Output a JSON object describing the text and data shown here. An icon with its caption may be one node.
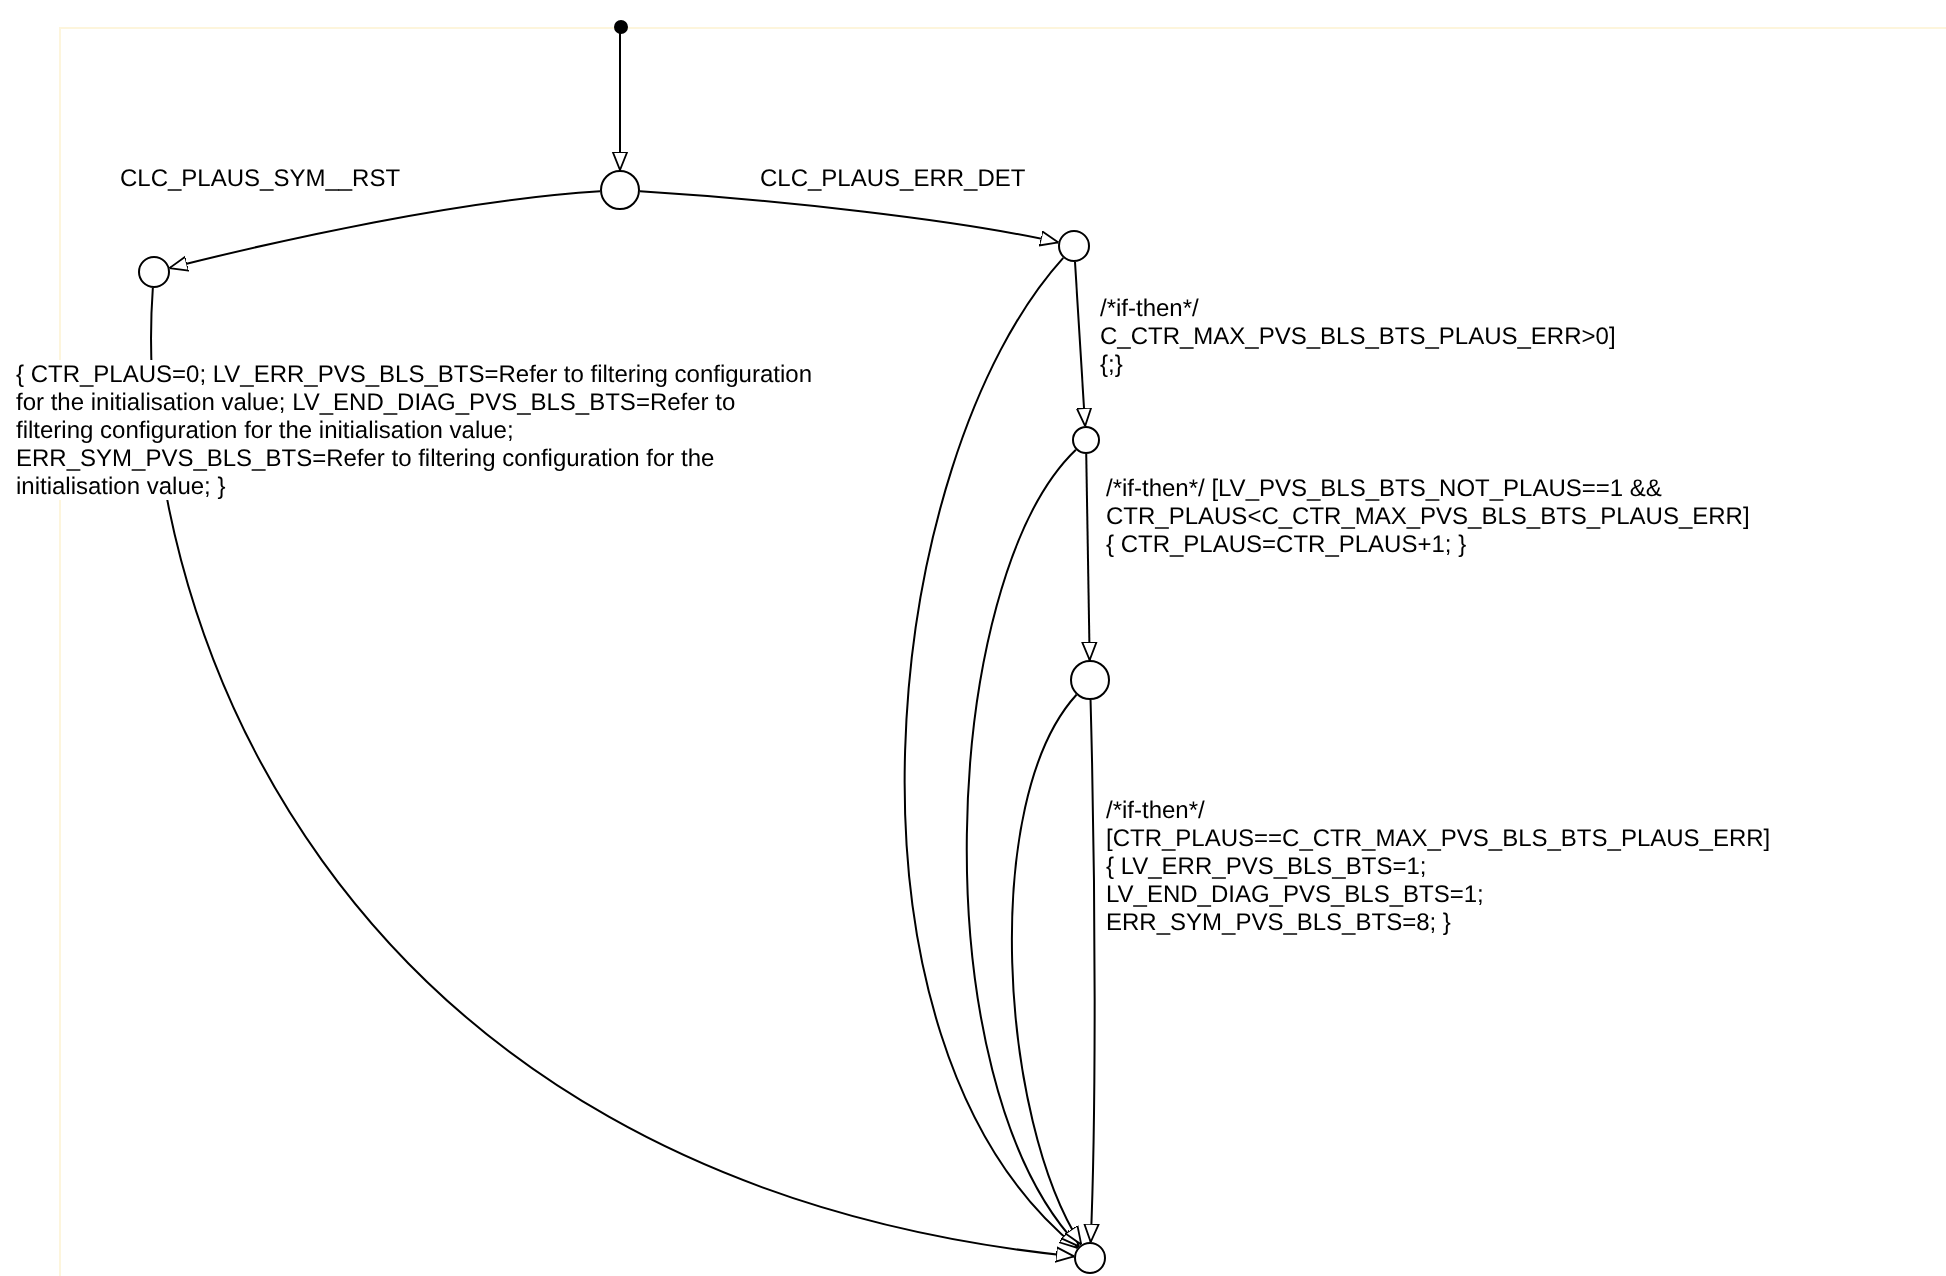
{
  "diagram": {
    "nodes": [
      {
        "text": [],
        "shape": "circle"
      },
      {
        "text": [],
        "shape": "circle"
      },
      {
        "text": [],
        "shape": "circle"
      },
      {
        "text": [],
        "shape": "circle"
      },
      {
        "text": [],
        "shape": "circle"
      },
      {
        "text": [],
        "shape": "circle"
      },
      {
        "text": [],
        "shape": "circle"
      }
    ],
    "edges": [
      {
        "from": 0,
        "to": 1,
        "arrow": "to"
      },
      {
        "from": 1,
        "to": 2,
        "arrow": "to",
        "label": "CLC_PLAUS_SYM__RST"
      },
      {
        "from": 1,
        "to": 3,
        "arrow": "to",
        "label": "CLC_PLAUS_ERR_DET"
      },
      {
        "from": 2,
        "to": 6,
        "arrow": "to",
        "label": "{ CTR_PLAUS=0; LV_ERR_PVS_BLS_BTS=Refer to filtering configuration for the initialisation value; LV_END_DIAG_PVS_BLS_BTS=Refer to filtering configuration for the initialisation value; ERR_SYM_PVS_BLS_BTS=Refer to filtering configuration for the initialisation value; }"
      },
      {
        "from": 3,
        "to": 6,
        "arrow": "to"
      },
      {
        "from": 3,
        "to": 4,
        "arrow": "to",
        "label": "/*if-then*/ C_CTR_MAX_PVS_BLS_BTS_PLAUS_ERR>0] {;}"
      },
      {
        "from": 4,
        "to": 6,
        "arrow": "to"
      },
      {
        "from": 4,
        "to": 5,
        "arrow": "to",
        "label": "/*if-then*/ [LV_PVS_BLS_BTS_NOT_PLAUS==1 && CTR_PLAUS<C_CTR_MAX_PVS_BLS_BTS_PLAUS_ERR] { CTR_PLAUS=CTR_PLAUS+1; }"
      },
      {
        "from": 5,
        "to": 6,
        "arrow": "to"
      },
      {
        "from": 5,
        "to": 6,
        "arrow": "to",
        "label": "/*if-then*/ [CTR_PLAUS==C_CTR_MAX_PVS_BLS_BTS_PLAUS_ERR] { LV_ERR_PVS_BLS_BTS=1; LV_END_DIAG_PVS_BLS_BTS=1; ERR_SYM_PVS_BLS_BTS=8; }"
      }
    ]
  }
}
